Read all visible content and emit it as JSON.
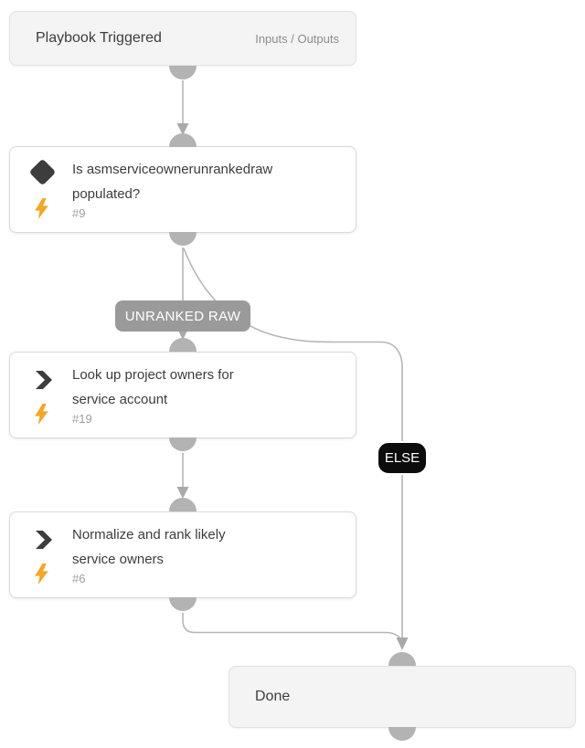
{
  "diagram": {
    "trigger": {
      "title": "Playbook Triggered",
      "io_link": "Inputs / Outputs"
    },
    "condition": {
      "title_line1": "Is asmserviceownerunrankedraw",
      "title_line2": "populated?",
      "task_number": "#9"
    },
    "branch_labels": {
      "match": "UNRANKED RAW",
      "else": "ELSE"
    },
    "task_lookup": {
      "title_line1": "Look up project owners for",
      "title_line2": "service account",
      "task_number": "#19"
    },
    "task_normalize": {
      "title_line1": "Normalize and rank likely",
      "title_line2": "service owners",
      "task_number": "#6"
    },
    "done": {
      "title": "Done"
    }
  },
  "colors": {
    "connector_gray": "#b3b3b3",
    "edge_gray": "#b6b6b6",
    "branch_label_bg": "#9a9a9a",
    "else_label_bg": "#0c0c0c",
    "bolt_orange": "#f5a623",
    "icon_dark": "#3d3d3d",
    "muted_card_bg": "#f4f4f4"
  }
}
